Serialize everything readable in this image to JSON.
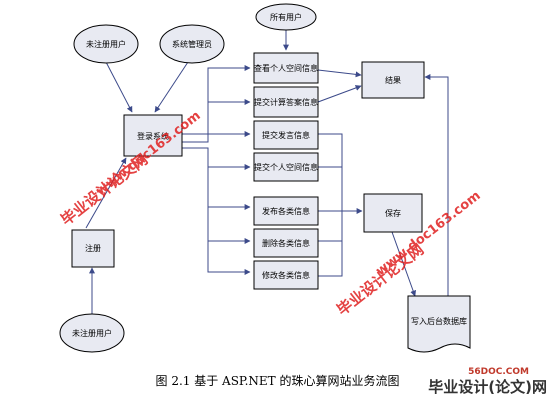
{
  "nodes": {
    "all_users": "所有用户",
    "unregistered_top": "未注册用户",
    "sys_admin": "系统管理员",
    "login": "登录系统",
    "register": "注册",
    "unregistered_bottom": "未注册用户",
    "view_personal_space": "查看个人空间信息",
    "submit_calc": "提交计算答案信息",
    "result": "结果",
    "submit_post": "提交发言信息",
    "submit_personal_space": "提交个人空间信息",
    "publish_info": "发布各类信息",
    "delete_info": "删除各类信息",
    "modify_info": "修改各类信息",
    "save": "保存",
    "write_db": "写入后台数据库"
  },
  "caption": "图 2.1  基于 ASP.NET 的珠心算网站业务流图",
  "watermarks": {
    "url": "www.doc163.com",
    "cn": "毕业设计论文网",
    "brand": "毕业设计(论文)网",
    "site": "56DOC.COM"
  },
  "colors": {
    "node_fill": "#e8eaf2",
    "stroke": "#000000",
    "arrow": "#3c4a8a",
    "watermark": "#e02020"
  }
}
